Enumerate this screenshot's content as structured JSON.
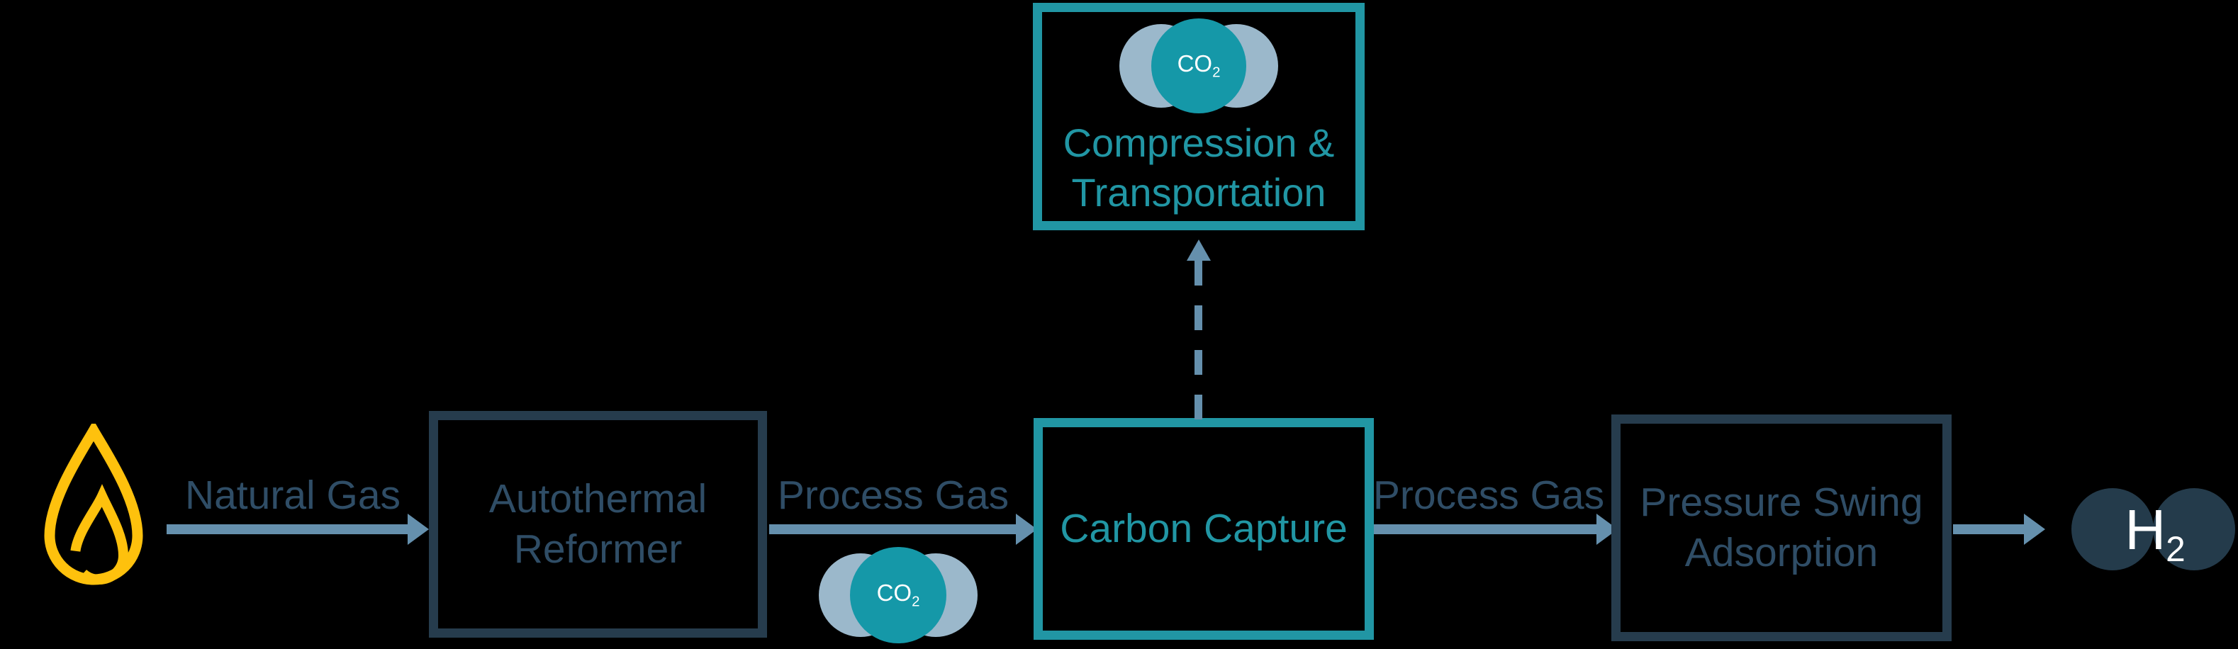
{
  "diagram_type": "process-flow-diagram",
  "colors": {
    "background": "#000000",
    "dark_box_border": "#263C4D",
    "dark_text": "#2F4D66",
    "teal": "#2196A4",
    "teal_circle": "#1598A8",
    "arrow_blue": "#6590AD",
    "light_blue_atom": "#9BB8CB",
    "dark_atom": "#243B4B",
    "flame_yellow": "#FEC10D",
    "molecule_text": "#FFFFFF"
  },
  "nodes": {
    "autothermal_reformer": {
      "lines": [
        "Autothermal",
        "Reformer"
      ]
    },
    "carbon_capture": {
      "label": "Carbon Capture"
    },
    "compression_transportation": {
      "lines": [
        "Compression &",
        "Transportation"
      ]
    },
    "pressure_swing_adsorption": {
      "lines": [
        "Pressure Swing",
        "Adsorption"
      ]
    }
  },
  "flows": {
    "natural_gas": {
      "label": "Natural Gas"
    },
    "process_gas_1": {
      "label": "Process Gas"
    },
    "process_gas_2": {
      "label": "Process Gas"
    }
  },
  "molecules": {
    "co2_captured": {
      "base": "CO",
      "sub": "2"
    },
    "co2_process": {
      "base": "CO",
      "sub": "2"
    },
    "h2_product": {
      "base": "H",
      "sub": "2"
    }
  },
  "icons": {
    "flame": "natural-gas-flame"
  }
}
